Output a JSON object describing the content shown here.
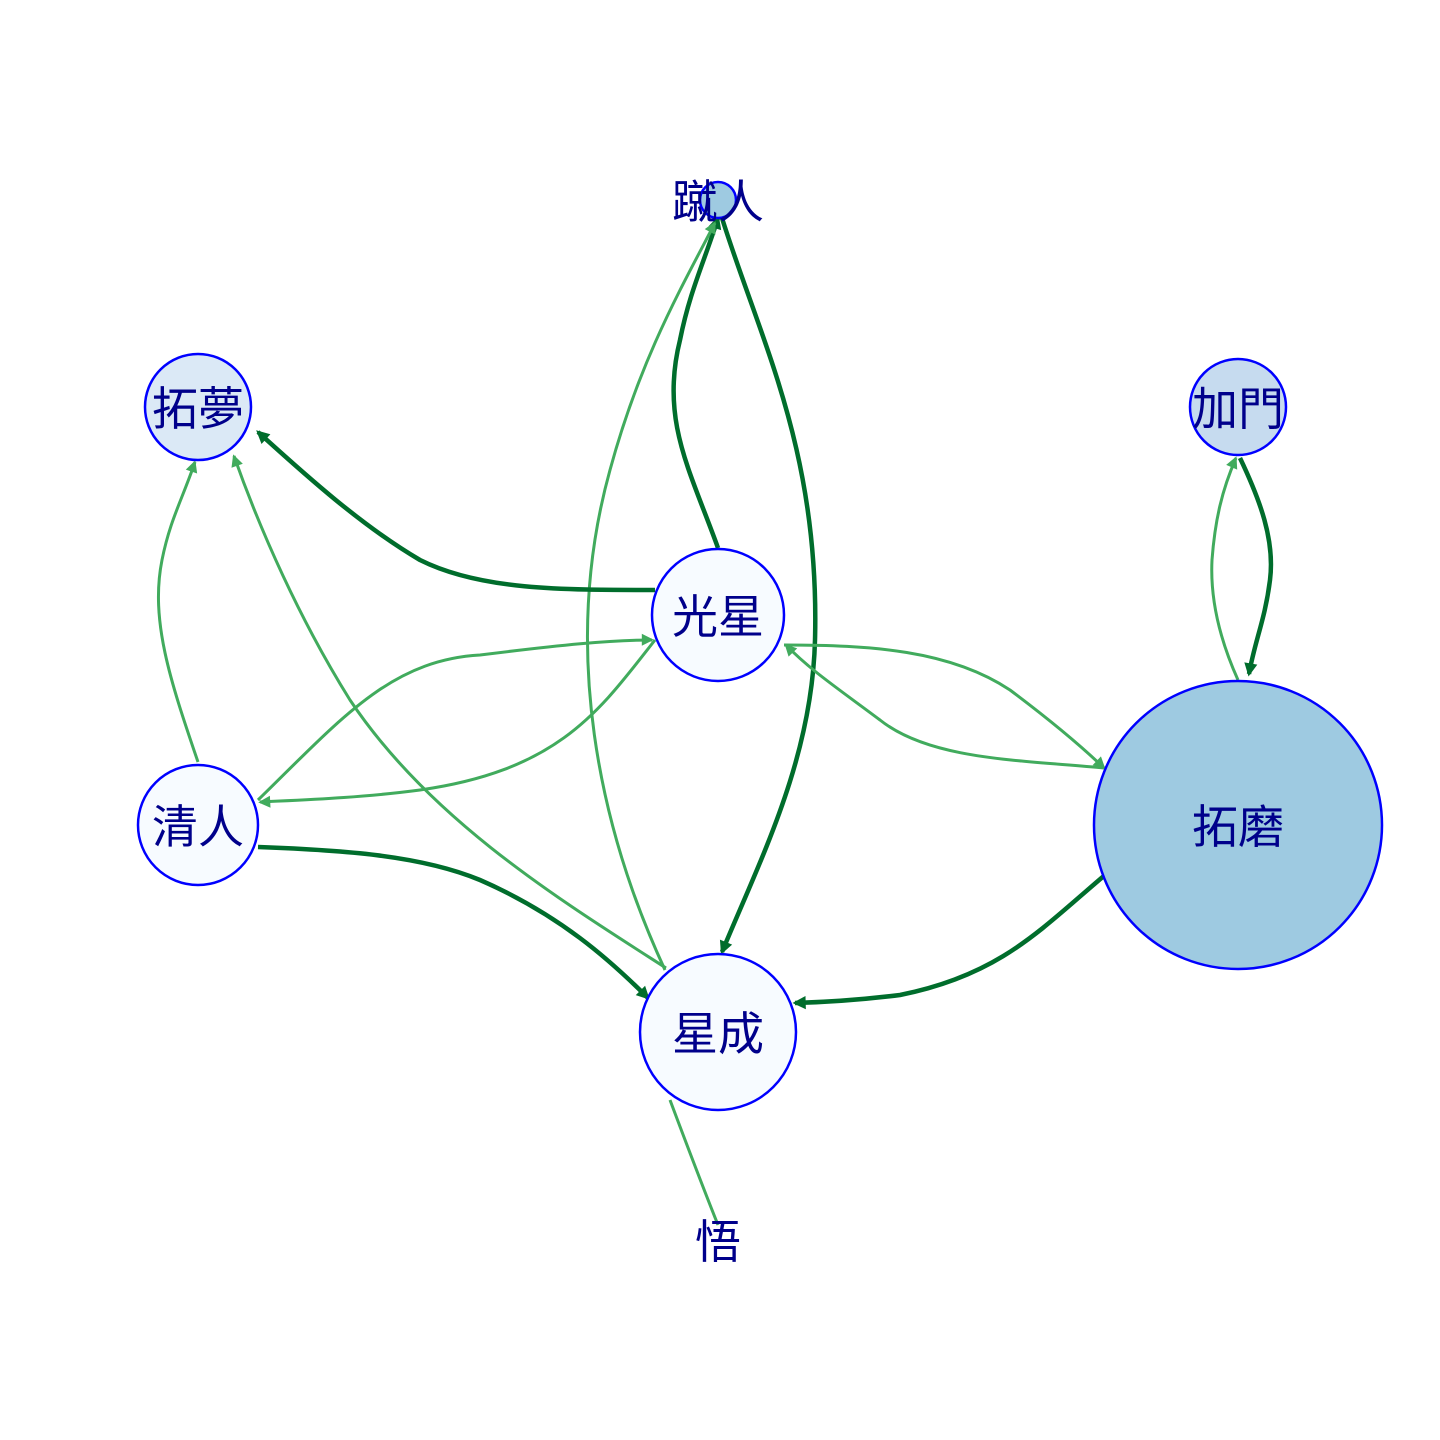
{
  "diagram": {
    "nodes": [
      {
        "id": "n1",
        "label": "蹴人",
        "fill": "#9ecae1",
        "shown": true
      },
      {
        "id": "n2",
        "label": "拓夢",
        "fill": "#dbe9f6",
        "shown": true
      },
      {
        "id": "n3",
        "label": "加門",
        "fill": "#c6dbef",
        "shown": true
      },
      {
        "id": "n4",
        "label": "光星",
        "fill": "#f7fbff",
        "shown": true
      },
      {
        "id": "n5",
        "label": "清人",
        "fill": "#f7fbff",
        "shown": true
      },
      {
        "id": "n6",
        "label": "拓磨",
        "fill": "#9ecae1",
        "shown": true
      },
      {
        "id": "n7",
        "label": "星成",
        "fill": "#f7fbff",
        "shown": true
      },
      {
        "id": "n8",
        "label": "悟",
        "fill": "#f7fbff",
        "shown": false
      }
    ],
    "edges": [
      {
        "from": "n4",
        "to": "n1",
        "weight": "strong",
        "color": "#006d2c"
      },
      {
        "from": "n1",
        "to": "n7",
        "weight": "strong",
        "color": "#006d2c"
      },
      {
        "from": "n7",
        "to": "n1",
        "weight": "light",
        "color": "#41ab5d"
      },
      {
        "from": "n4",
        "to": "n2",
        "weight": "strong",
        "color": "#006d2c"
      },
      {
        "from": "n5",
        "to": "n2",
        "weight": "light",
        "color": "#41ab5d"
      },
      {
        "from": "n7",
        "to": "n2",
        "weight": "light",
        "color": "#41ab5d"
      },
      {
        "from": "n5",
        "to": "n4",
        "weight": "light",
        "color": "#41ab5d"
      },
      {
        "from": "n4",
        "to": "n5",
        "weight": "light",
        "color": "#41ab5d"
      },
      {
        "from": "n4",
        "to": "n6",
        "weight": "light",
        "color": "#41ab5d"
      },
      {
        "from": "n6",
        "to": "n4",
        "weight": "light",
        "color": "#41ab5d"
      },
      {
        "from": "n5",
        "to": "n7",
        "weight": "strong",
        "color": "#006d2c"
      },
      {
        "from": "n6",
        "to": "n7",
        "weight": "strong",
        "color": "#006d2c"
      },
      {
        "from": "n6",
        "to": "n3",
        "weight": "light",
        "color": "#41ab5d"
      },
      {
        "from": "n3",
        "to": "n6",
        "weight": "strong",
        "color": "#006d2c"
      },
      {
        "from": "n8",
        "to": "n7",
        "weight": "light",
        "color": "#41ab5d"
      }
    ]
  }
}
